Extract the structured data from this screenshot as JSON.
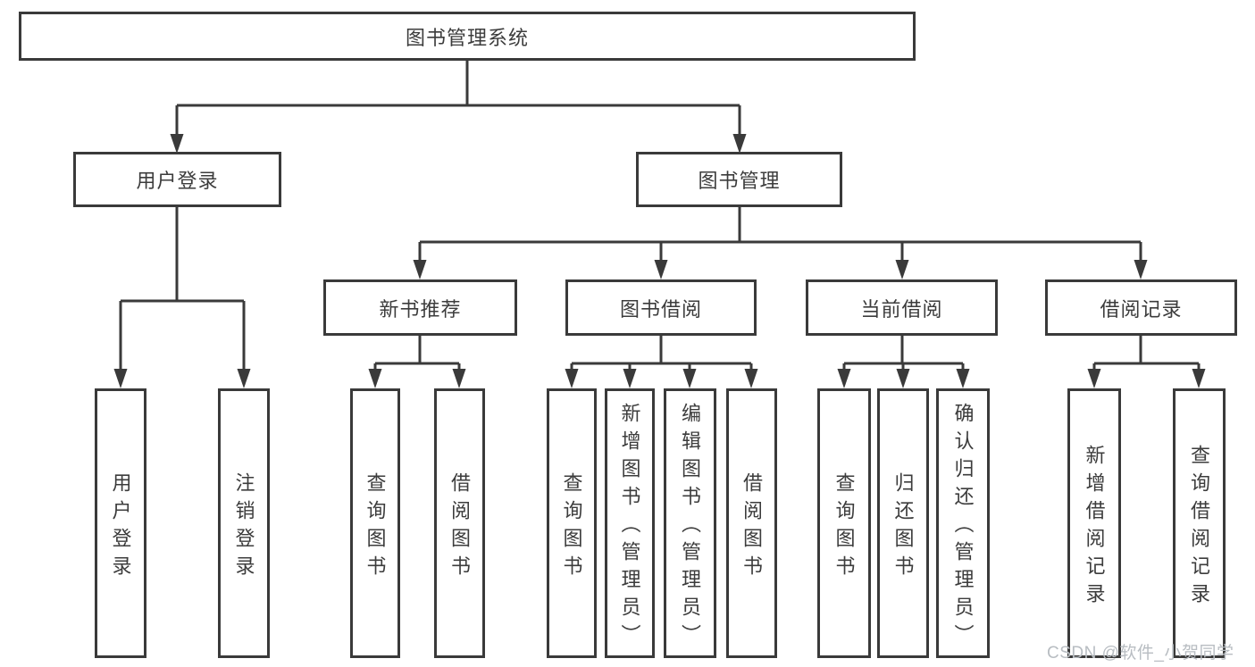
{
  "colors": {
    "line": "#3a3a3a",
    "text": "#3c3c3c",
    "background": "#ffffff",
    "watermark": "#b8bdc2"
  },
  "root": {
    "label": "图书管理系统"
  },
  "level2": {
    "user_login": {
      "label": "用户登录"
    },
    "book_management": {
      "label": "图书管理"
    }
  },
  "level3": {
    "new_book": {
      "label": "新书推荐"
    },
    "borrow": {
      "label": "图书借阅"
    },
    "current": {
      "label": "当前借阅"
    },
    "records": {
      "label": "借阅记录"
    }
  },
  "leaves": {
    "user_login": [
      "用户登录",
      "注销登录"
    ],
    "new_book": [
      "查询图书",
      "借阅图书"
    ],
    "borrow": [
      "查询图书",
      "新增图书（管理员）",
      "编辑图书（管理员）",
      "借阅图书"
    ],
    "current": [
      "查询图书",
      "归还图书",
      "确认归还（管理员）"
    ],
    "records": [
      "新增借阅记录",
      "查询借阅记录"
    ]
  },
  "watermark": {
    "text": "CSDN @软件_小贺同学"
  }
}
